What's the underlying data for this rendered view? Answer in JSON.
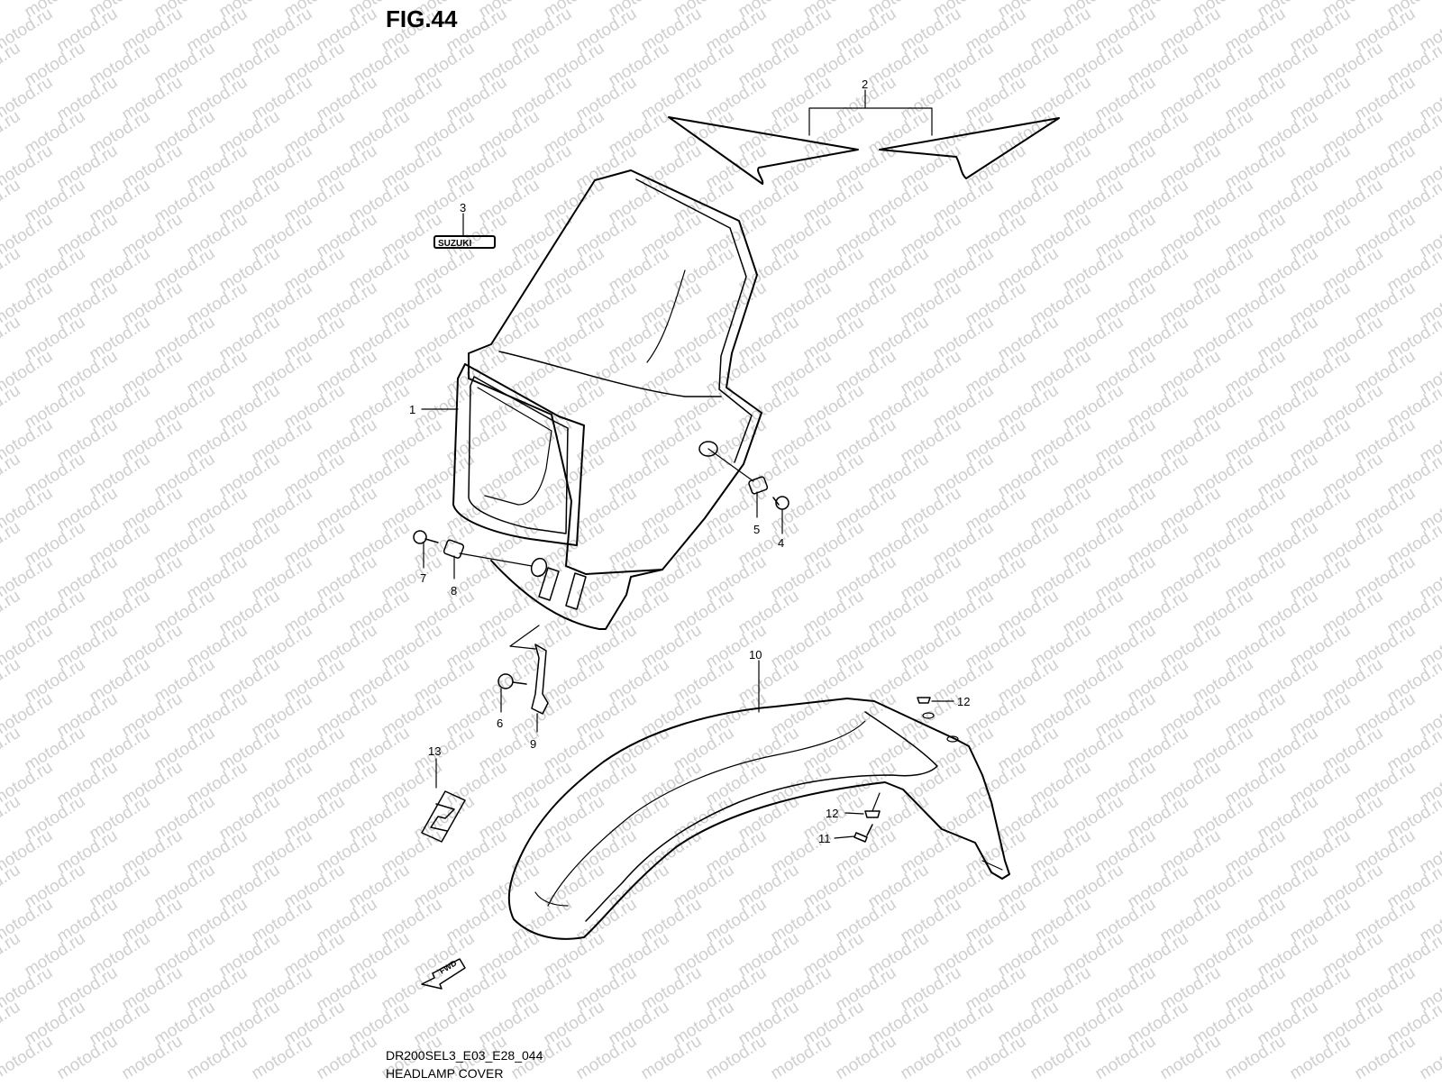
{
  "figure": {
    "title": "FIG.44",
    "drawing_code": "DR200SEL3_E03_E28_044",
    "caption": "HEADLAMP COVER"
  },
  "watermark": {
    "text": "motod.ru",
    "color": "#cfcfcf"
  },
  "callouts": [
    "1",
    "2",
    "3",
    "4",
    "5",
    "6",
    "7",
    "8",
    "9",
    "10",
    "11",
    "12",
    "12",
    "13"
  ],
  "emblem_text": "SUZUKI",
  "direction_label": "FWD",
  "colors": {
    "line": "#000000",
    "background": "#ffffff"
  }
}
